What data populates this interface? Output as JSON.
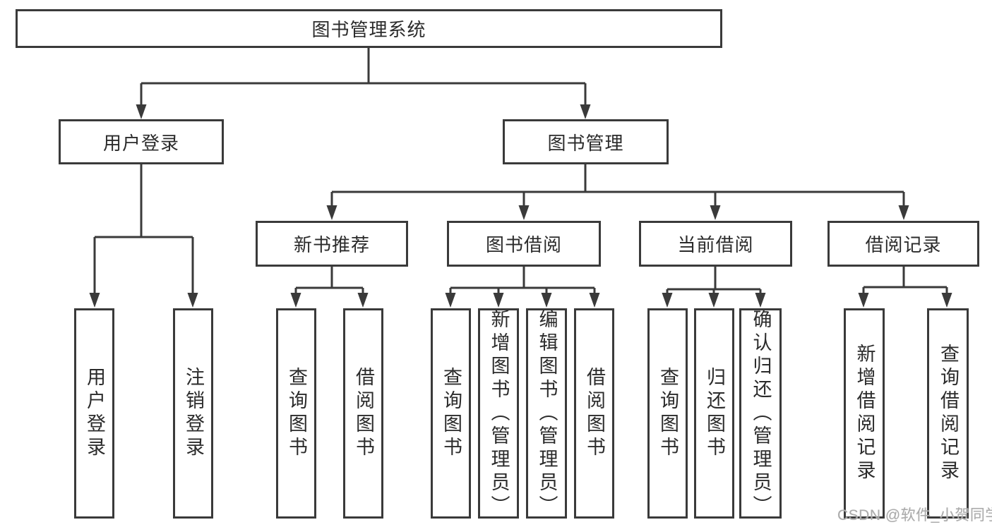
{
  "diagram": {
    "root": {
      "label": "图书管理系统"
    },
    "level2": [
      {
        "label": "用户登录",
        "children": [
          "用户登录",
          "注销登录"
        ]
      },
      {
        "label": "图书管理"
      }
    ],
    "level3": [
      {
        "label": "新书推荐",
        "children": [
          "查询图书",
          "借阅图书"
        ]
      },
      {
        "label": "图书借阅",
        "children": [
          "查询图书",
          "新增图书（管理员）",
          "编辑图书（管理员）",
          "借阅图书"
        ]
      },
      {
        "label": "当前借阅",
        "children": [
          "查询图书",
          "归还图书",
          "确认归还（管理员）"
        ]
      },
      {
        "label": "借阅记录",
        "children": [
          "新增借阅记录",
          "查询借阅记录"
        ]
      }
    ]
  },
  "watermark": {
    "text": "CSDN @软件_小贺同学"
  },
  "colors": {
    "line": "#3a3a3a",
    "box_border": "#3a3a3a",
    "text": "#2b2b2b",
    "background": "#ffffff",
    "watermark": "#ababab"
  }
}
